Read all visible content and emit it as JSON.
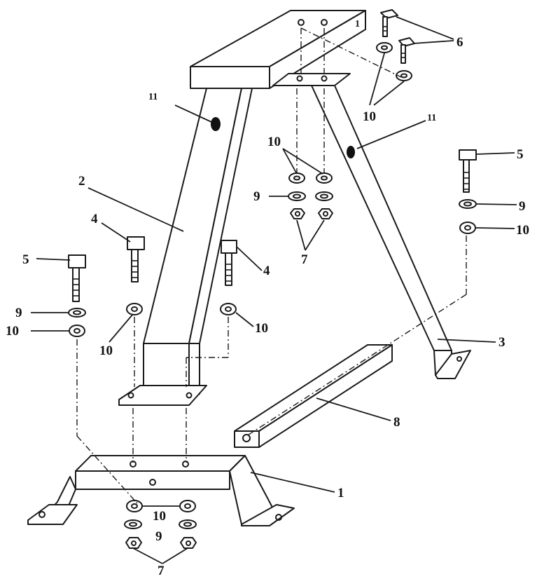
{
  "diagram": {
    "callouts": {
      "c1": "1",
      "c2": "2",
      "c3": "3",
      "c4a": "4",
      "c4b": "4",
      "c5a": "5",
      "c5b": "5",
      "c6": "6",
      "c7a": "7",
      "c7b": "7",
      "c8": "8",
      "c9a": "9",
      "c9b": "9",
      "c9c": "9",
      "c9d": "9",
      "c10a": "10",
      "c10b": "10",
      "c10c": "10",
      "c10d": "10",
      "c10e": "10",
      "c10f": "10",
      "c10g": "10",
      "c11a": "11",
      "c11b": "11",
      "c1top": "1"
    }
  }
}
